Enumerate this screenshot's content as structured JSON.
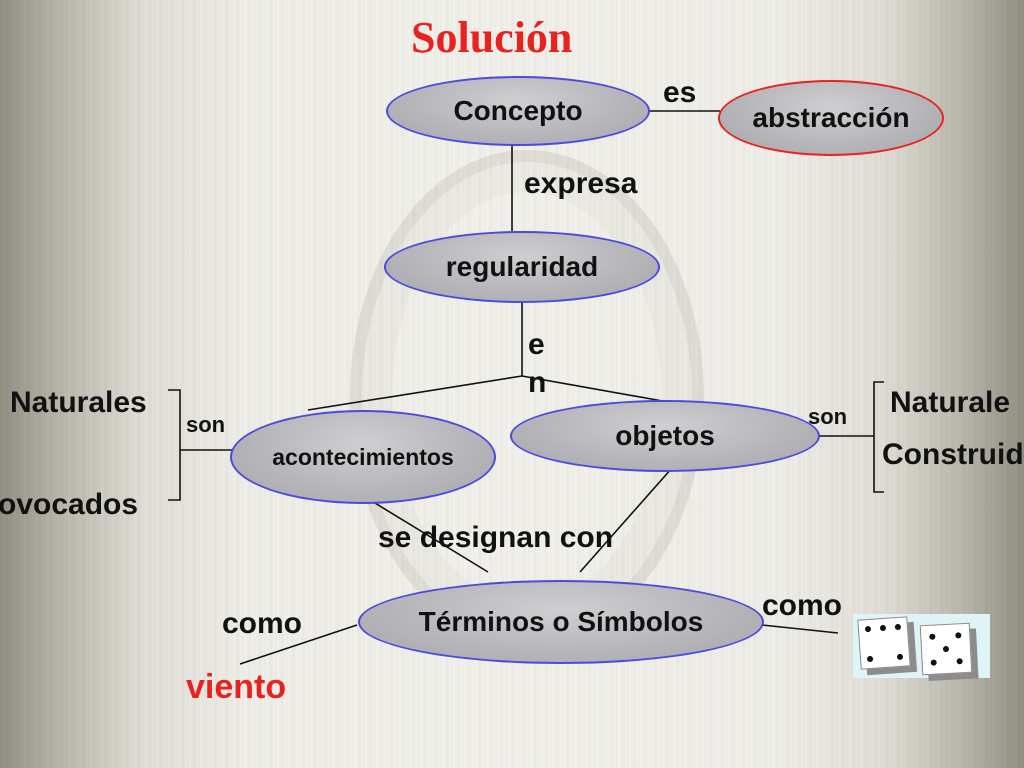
{
  "title": "Solución",
  "colors": {
    "accent": "#e8231f",
    "node_border": "#4a4ae0",
    "node_fill": "#b7b7bb"
  },
  "nodes": {
    "concepto": "Concepto",
    "abstraccion": "abstracción",
    "regularidad": "regularidad",
    "acontecimientos": "acontecimientos",
    "objetos": "objetos",
    "terminos": "Términos  o Símbolos"
  },
  "links": {
    "es": "es",
    "expresa": "expresa",
    "en_e": "e",
    "en_n": "n",
    "son_left": "son",
    "son_right": "son",
    "se_designan_con": "se designan con",
    "como_left": "como",
    "como_right": "como"
  },
  "left_categories": {
    "naturales": "Naturales",
    "provocados": "ovocados"
  },
  "right_categories": {
    "naturales": "Naturale",
    "construidos": "Construid"
  },
  "example_word": "viento",
  "example_image": "dice-icon"
}
